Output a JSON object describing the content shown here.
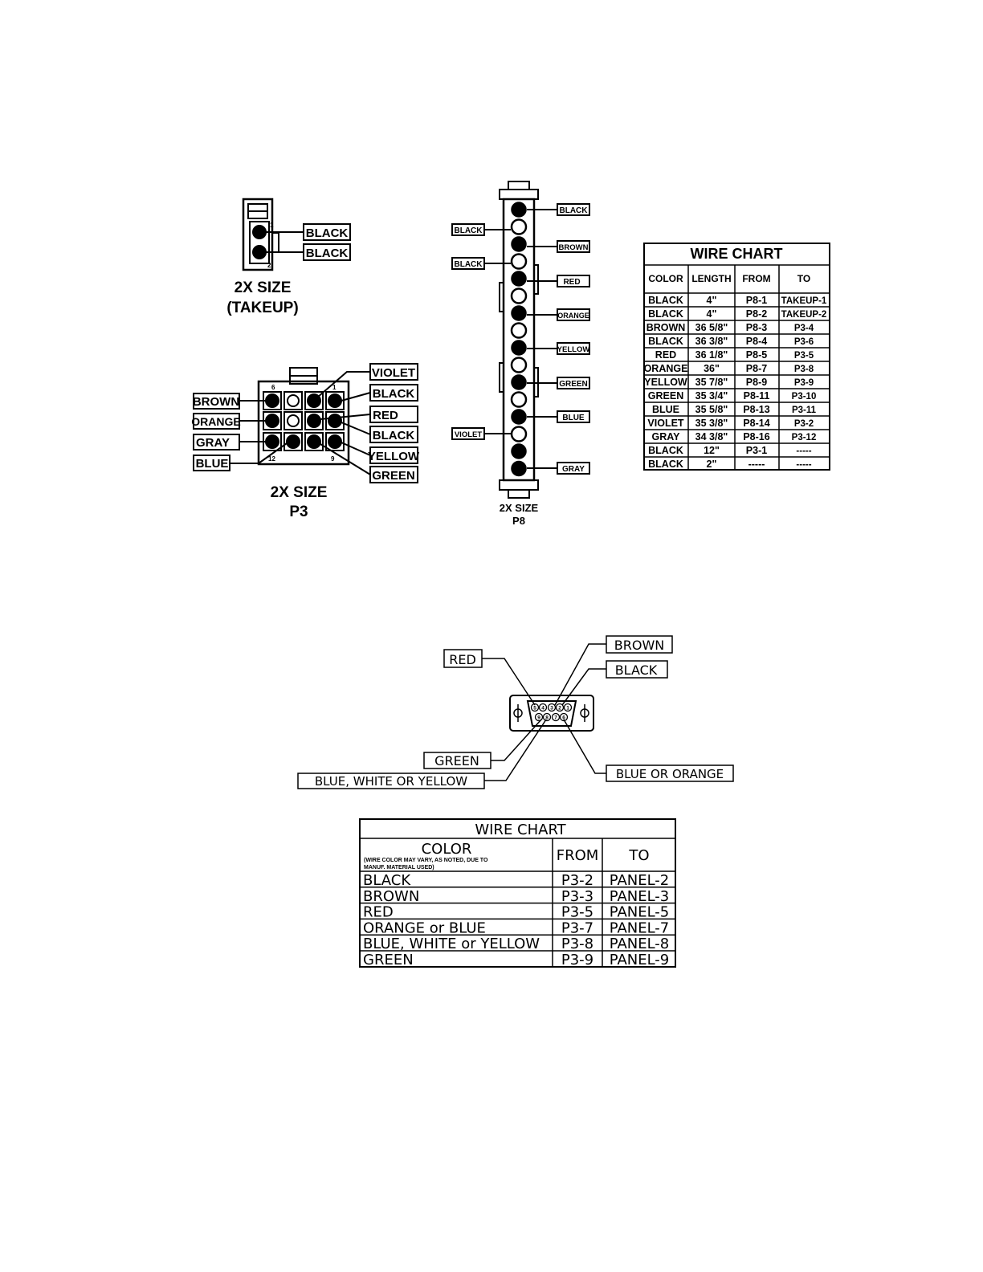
{
  "takeup": {
    "labels": [
      "BLACK",
      "BLACK"
    ],
    "pin_marks": [
      "1",
      "2"
    ],
    "caption": [
      "2X SIZE",
      "(TAKEUP)"
    ]
  },
  "p3": {
    "left_labels": [
      "BROWN",
      "ORANGE",
      "GRAY",
      "BLUE"
    ],
    "right_labels": [
      "VIOLET",
      "BLACK",
      "RED",
      "BLACK",
      "YELLOW",
      "GREEN"
    ],
    "pin_marks": [
      "6",
      "1",
      "12",
      "9"
    ],
    "caption": [
      "2X SIZE",
      "P3"
    ]
  },
  "p8": {
    "right_labels": [
      "BLACK",
      "BROWN",
      "RED",
      "ORANGE",
      "YELLOW",
      "GREEN",
      "BLUE",
      "GRAY"
    ],
    "left_labels": [
      "BLACK",
      "BLACK",
      "VIOLET"
    ],
    "caption": [
      "2X SIZE",
      "P8"
    ]
  },
  "wire_chart_1": {
    "title": "WIRE CHART",
    "headers": [
      "COLOR",
      "LENGTH",
      "FROM",
      "TO"
    ],
    "rows": [
      [
        "BLACK",
        "4\"",
        "P8-1",
        "TAKEUP-1"
      ],
      [
        "BLACK",
        "4\"",
        "P8-2",
        "TAKEUP-2"
      ],
      [
        "BROWN",
        "36 5/8\"",
        "P8-3",
        "P3-4"
      ],
      [
        "BLACK",
        "36 3/8\"",
        "P8-4",
        "P3-6"
      ],
      [
        "RED",
        "36 1/8\"",
        "P8-5",
        "P3-5"
      ],
      [
        "ORANGE",
        "36\"",
        "P8-7",
        "P3-8"
      ],
      [
        "YELLOW",
        "35 7/8\"",
        "P8-9",
        "P3-9"
      ],
      [
        "GREEN",
        "35 3/4\"",
        "P8-11",
        "P3-10"
      ],
      [
        "BLUE",
        "35 5/8\"",
        "P8-13",
        "P3-11"
      ],
      [
        "VIOLET",
        "35 3/8\"",
        "P8-14",
        "P3-2"
      ],
      [
        "GRAY",
        "34 3/8\"",
        "P8-16",
        "P3-12"
      ],
      [
        "BLACK",
        "12\"",
        "P3-1",
        "-----"
      ],
      [
        "BLACK",
        "2\"",
        "-----",
        "-----"
      ]
    ]
  },
  "db9": {
    "labels": [
      "RED",
      "BROWN",
      "BLACK",
      "GREEN",
      "BLUE, WHITE OR YELLOW",
      "BLUE OR ORANGE"
    ],
    "pin_numbers": [
      "5",
      "4",
      "3",
      "2",
      "1",
      "9",
      "8",
      "7",
      "6"
    ]
  },
  "wire_chart_2": {
    "title": "WIRE CHART",
    "color_header": "COLOR",
    "color_note": [
      "(WIRE COLOR MAY VARY, AS NOTED, DUE TO",
      "MANUF. MATERIAL USED)"
    ],
    "headers": [
      "FROM",
      "TO"
    ],
    "rows": [
      [
        "BLACK",
        "P3-2",
        "PANEL-2"
      ],
      [
        "BROWN",
        "P3-3",
        "PANEL-3"
      ],
      [
        "RED",
        "P3-5",
        "PANEL-5"
      ],
      [
        "ORANGE or  BLUE",
        "P3-7",
        "PANEL-7"
      ],
      [
        "BLUE, WHITE or  YELLOW",
        "P3-8",
        "PANEL-8"
      ],
      [
        "GREEN",
        "P3-9",
        "PANEL-9"
      ]
    ]
  }
}
